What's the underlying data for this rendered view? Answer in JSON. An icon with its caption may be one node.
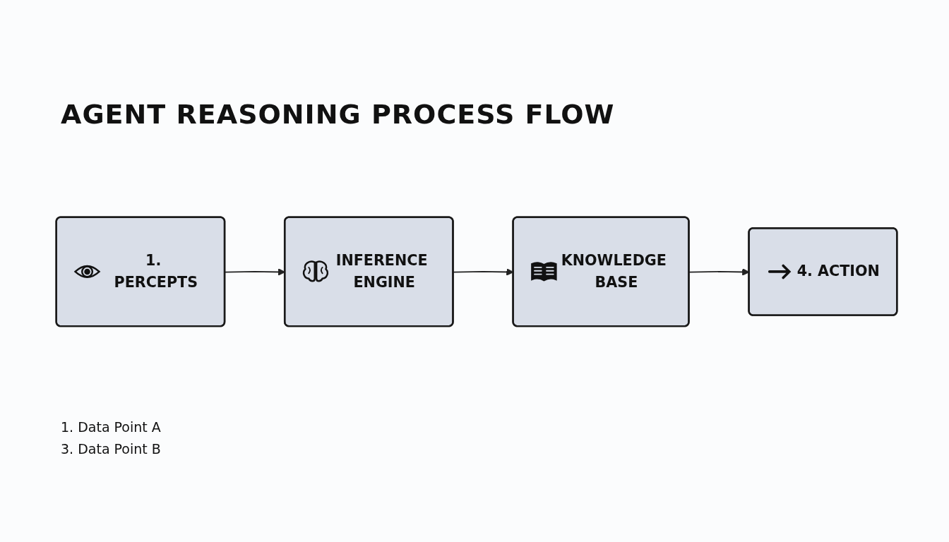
{
  "diagram": {
    "title": "AGENT REASONING PROCESS FLOW",
    "nodes": [
      {
        "text": [
          "1. PERCEPTS"
        ]
      },
      {
        "text": [
          "INFERENCE ENGINE"
        ]
      },
      {
        "text": [
          "KNOWLEDGE BASE"
        ]
      },
      {
        "text": [
          "4. ACTION"
        ]
      }
    ],
    "edges": [
      {
        "from": 0,
        "to": 1,
        "arrow": "to"
      },
      {
        "from": 1,
        "to": 2,
        "arrow": "to"
      },
      {
        "from": 2,
        "to": 3,
        "arrow": "to"
      }
    ],
    "labels": [
      "1. Data Point A",
      "3. Data Point B"
    ]
  }
}
